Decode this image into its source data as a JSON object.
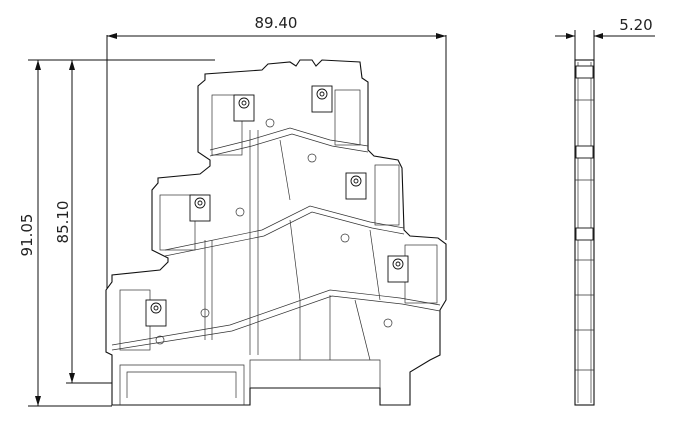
{
  "dimensions": {
    "width": "89.40",
    "side_width": "5.20",
    "total_height": "91.05",
    "rail_height": "85.10"
  }
}
